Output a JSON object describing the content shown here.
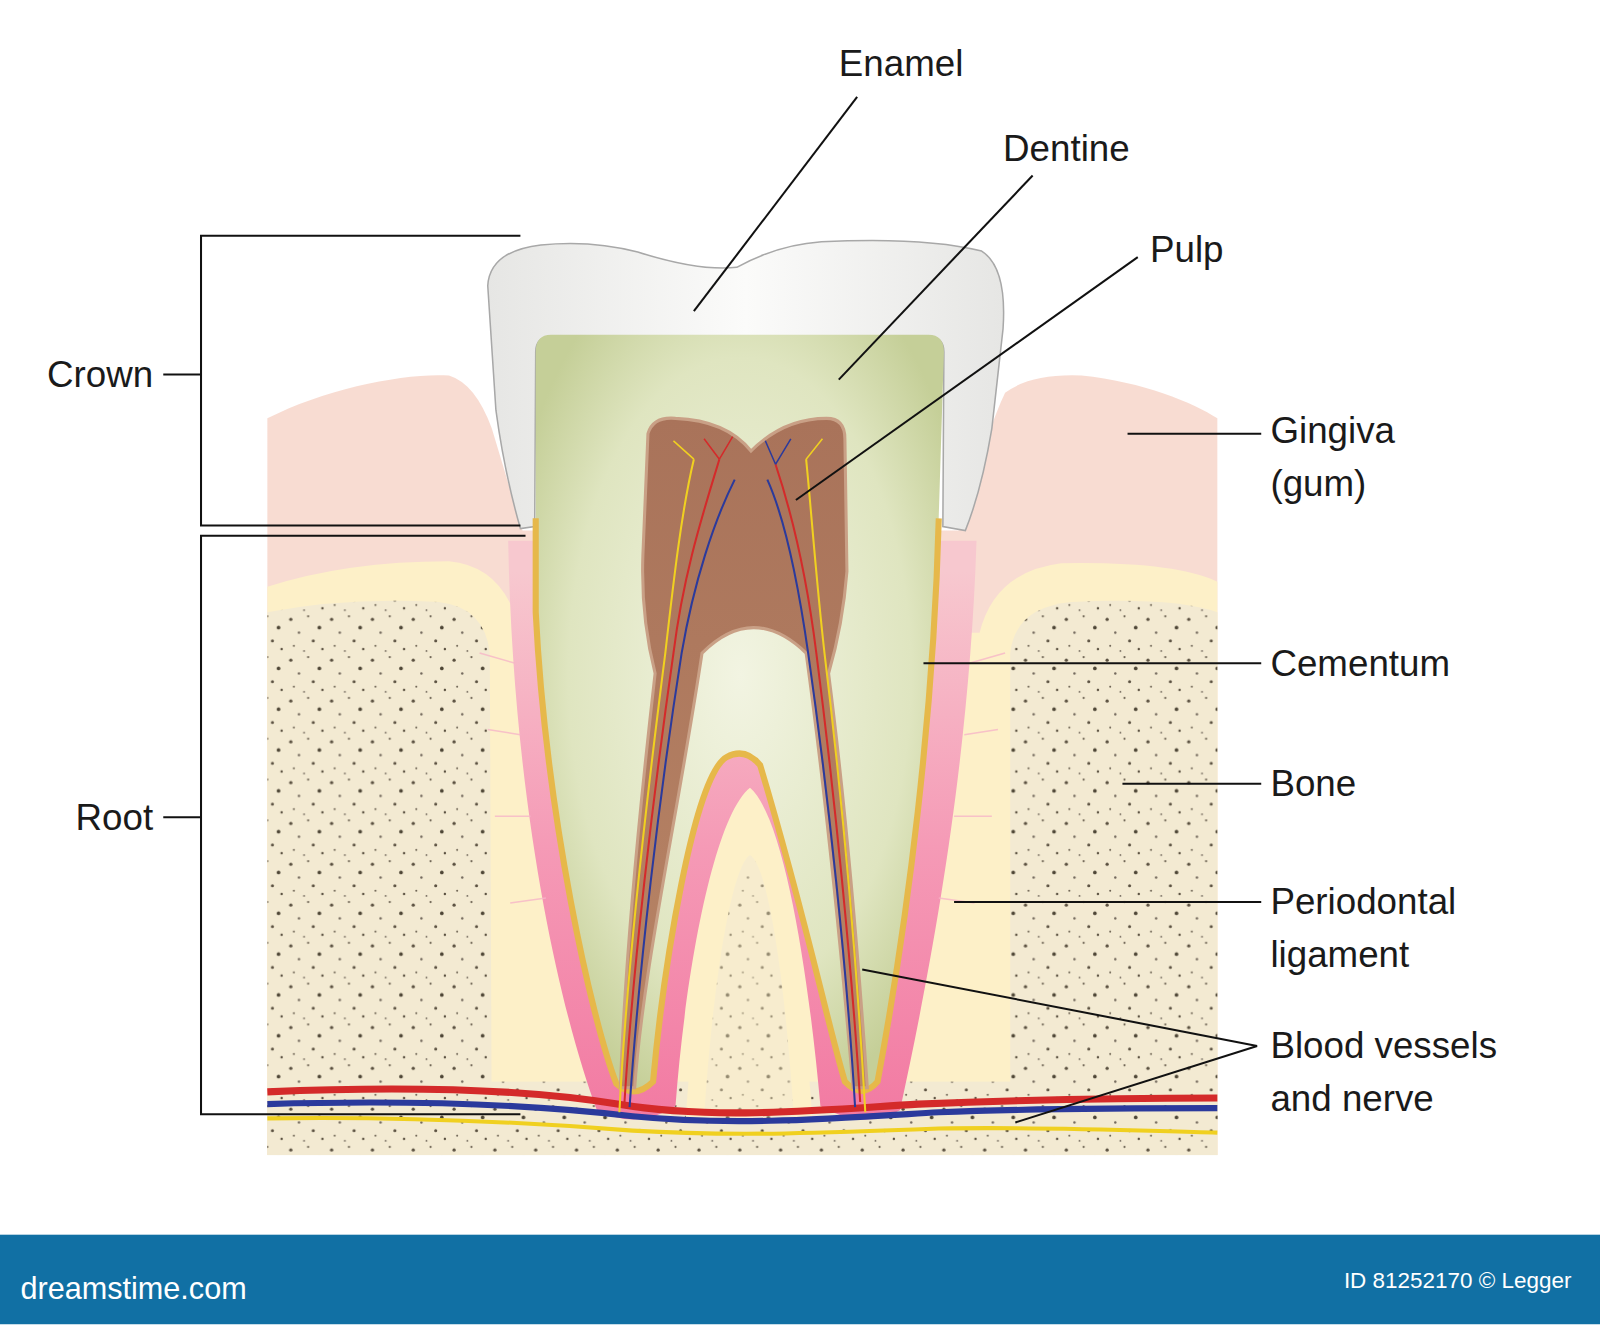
{
  "diagram": {
    "labels": [
      "Enamel",
      "Dentine",
      "Pulp",
      "Crown",
      "Gingiva (gum)",
      "Cementum",
      "Bone",
      "Root",
      "Periodontal ligament",
      "Blood vessels and nerve",
      "dreamstime.com",
      "ID 81252170 © Legger"
    ]
  }
}
